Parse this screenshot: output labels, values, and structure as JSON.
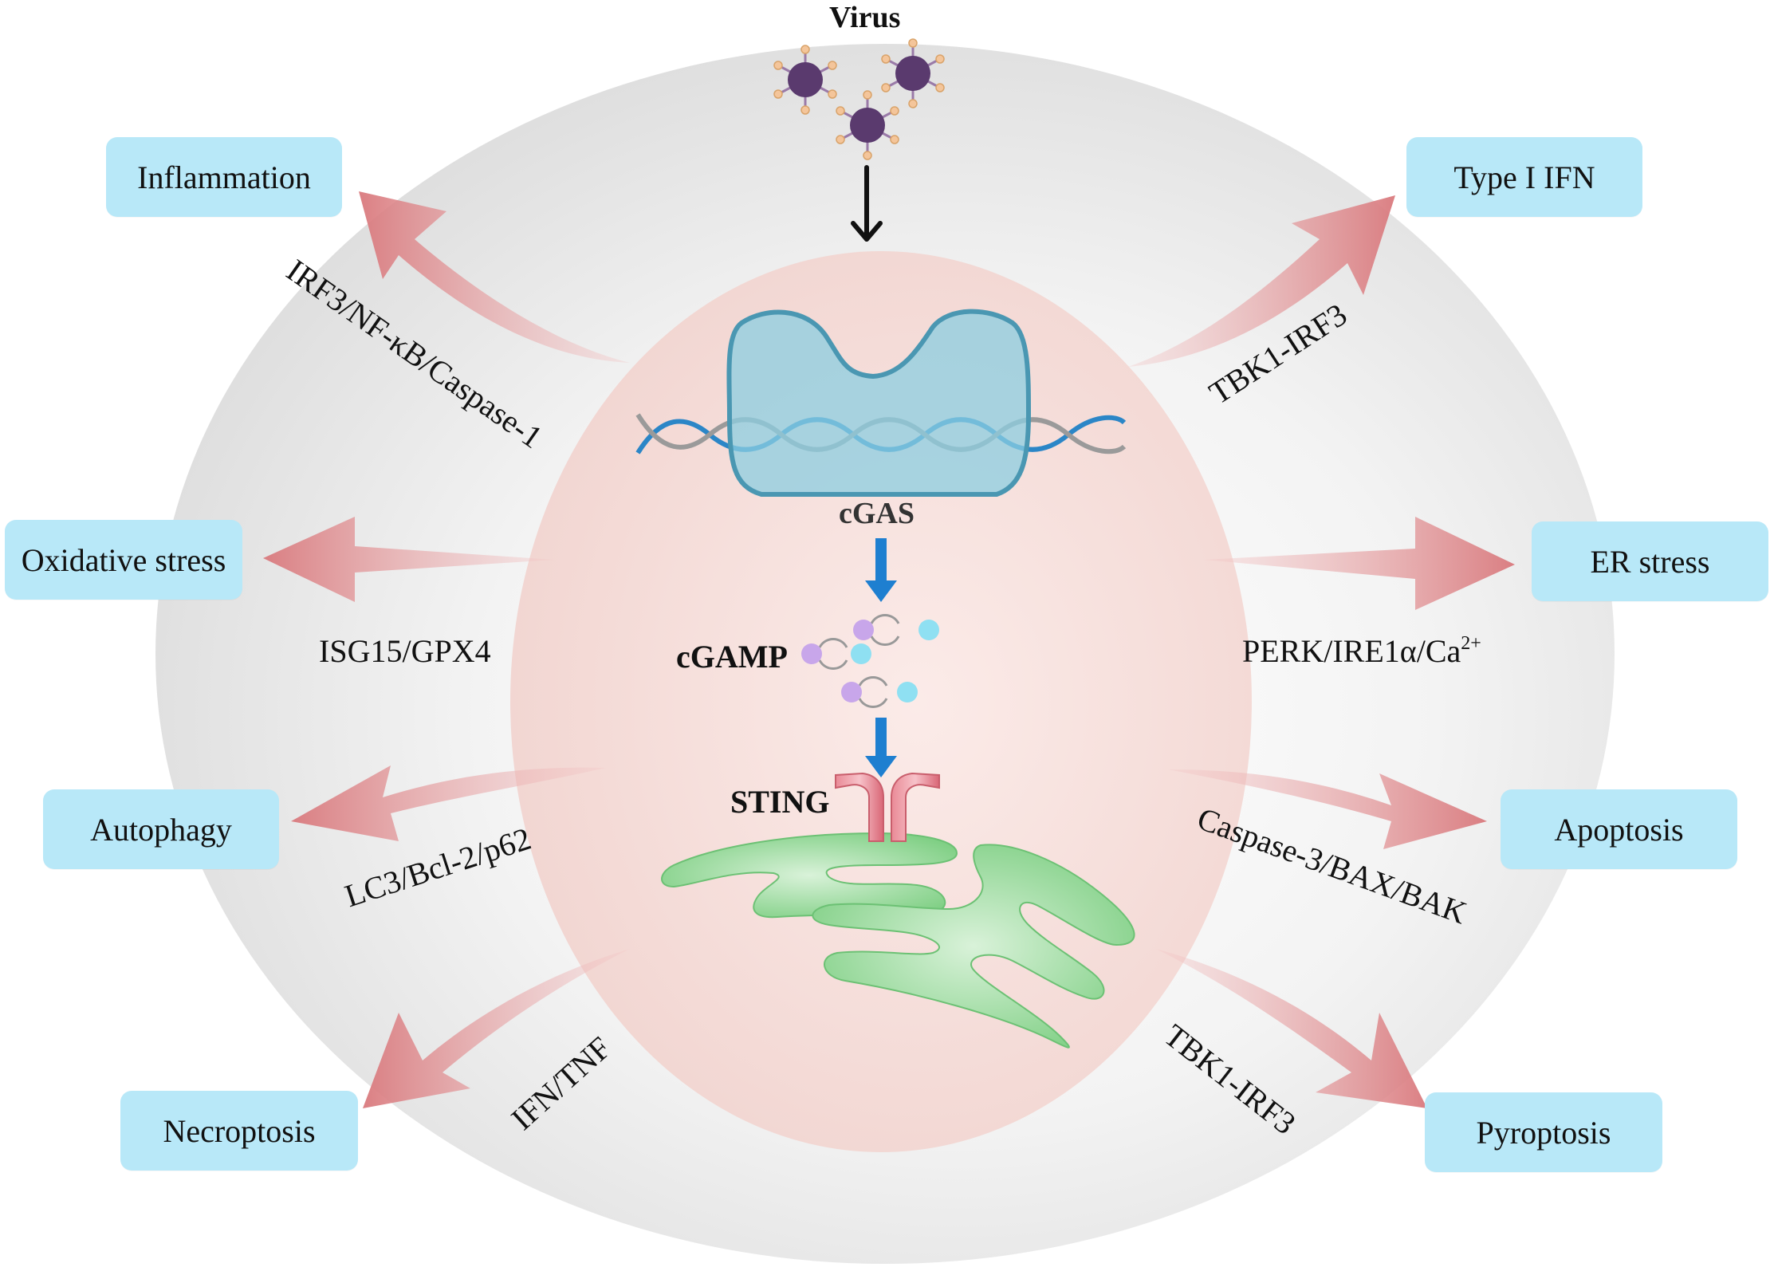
{
  "virus_label": "Virus",
  "cgas_label": "cGAS",
  "cgamp_label": "cGAMP",
  "sting_label": "STING",
  "outcomes": {
    "inflammation": "Inflammation",
    "type1_ifn": "Type I IFN",
    "oxidative_stress": "Oxidative stress",
    "er_stress": "ER stress",
    "autophagy": "Autophagy",
    "apoptosis": "Apoptosis",
    "necroptosis": "Necroptosis",
    "pyroptosis": "Pyroptosis"
  },
  "pathways": {
    "inflammation": "IRF3/NF-κB/Caspase-1",
    "type1_ifn": "TBK1-IRF3",
    "oxidative_stress": "ISG15/GPX4",
    "er_stress_main": "PERK/IRE1α/Ca",
    "er_stress_sup": "2+",
    "autophagy": "LC3/Bcl-2/p62",
    "apoptosis": "Caspase-3/BAX/BAK",
    "necroptosis": "IFN/TNF",
    "pyroptosis": "TBK1-IRF3"
  },
  "colors": {
    "box_fill": "#b8e8f8",
    "cell_gray": "#e2e2e2",
    "nucleus_pink": "#f6dcd8",
    "arrow_red": "#d47a7a",
    "signal_blue": "#1e7fd0",
    "cgas_teal": "#8ccde0",
    "golgi_green": "#62c46e",
    "sting_pink": "#e07a86",
    "virus_purple": "#5a3a6e"
  }
}
